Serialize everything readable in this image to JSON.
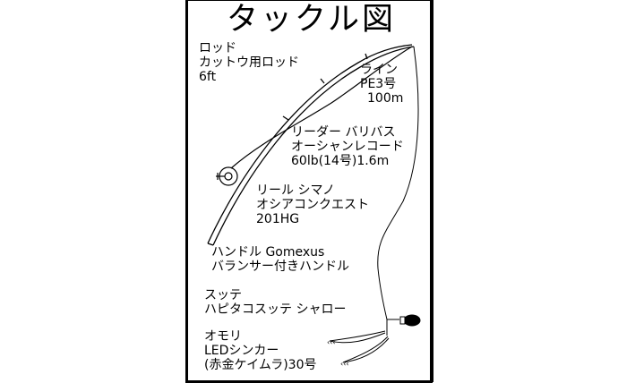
{
  "title": "タックル図",
  "rod": {
    "heading": "ロッド",
    "name": "カットウ用ロッド",
    "length": "6ft"
  },
  "line": {
    "heading": "ライン",
    "type": "PE3号",
    "length": "100m"
  },
  "leader": {
    "heading": "リーダー バリバス",
    "name": "オーシャンレコード",
    "spec": "60lb(14号)1.6m"
  },
  "reel": {
    "heading": "リール シマノ",
    "name": "オシアコンクエスト",
    "model": "201HG"
  },
  "handle": {
    "heading": "ハンドル Gomexus",
    "name": "バランサー付きハンドル"
  },
  "sutte": {
    "heading": "スッテ",
    "name": "ハピタコスッテ シャロー"
  },
  "sinker": {
    "heading": "オモリ",
    "name": "LEDシンカー",
    "spec": "(赤金ケイムラ)30号"
  }
}
